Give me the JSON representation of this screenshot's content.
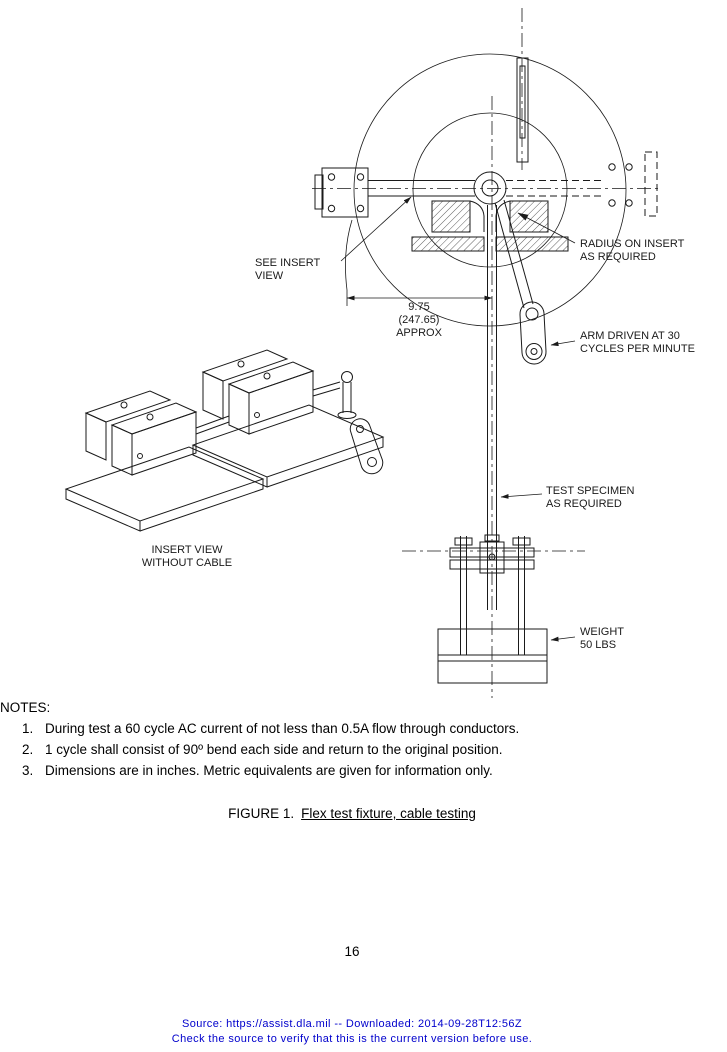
{
  "colors": {
    "ink": "#1a1a1a",
    "footer_blue": "#0000cc",
    "paper": "#ffffff"
  },
  "drawing": {
    "labels": {
      "see_insert_1": "SEE INSERT",
      "see_insert_2": "VIEW",
      "radius_1": "RADIUS ON INSERT",
      "radius_2": "AS REQUIRED",
      "dim_1": "9.75",
      "dim_2": "(247.65)",
      "dim_3": "APPROX",
      "arm_1": "ARM DRIVEN AT 30",
      "arm_2": "CYCLES PER MINUTE",
      "specimen_1": "TEST SPECIMEN",
      "specimen_2": "AS REQUIRED",
      "weight_1": "WEIGHT",
      "weight_2": "50 LBS",
      "insert_view_1": "INSERT VIEW",
      "insert_view_2": "WITHOUT CABLE"
    }
  },
  "notes": {
    "title": "NOTES:",
    "items": [
      {
        "num": "1.",
        "text": "During test a 60 cycle AC current of not less than 0.5A flow through conductors."
      },
      {
        "num": "2.",
        "text": "1 cycle shall consist of 90º bend each side and return to the original position."
      },
      {
        "num": "3.",
        "text": "Dimensions are in inches.  Metric equivalents are given for information only."
      }
    ]
  },
  "figure": {
    "label": "FIGURE 1.",
    "title": "Flex test fixture, cable testing"
  },
  "page_number": "16",
  "footer": {
    "line1": "Source: https://assist.dla.mil -- Downloaded: 2014-09-28T12:56Z",
    "line2": "Check the source to verify that this is the current version before use."
  }
}
